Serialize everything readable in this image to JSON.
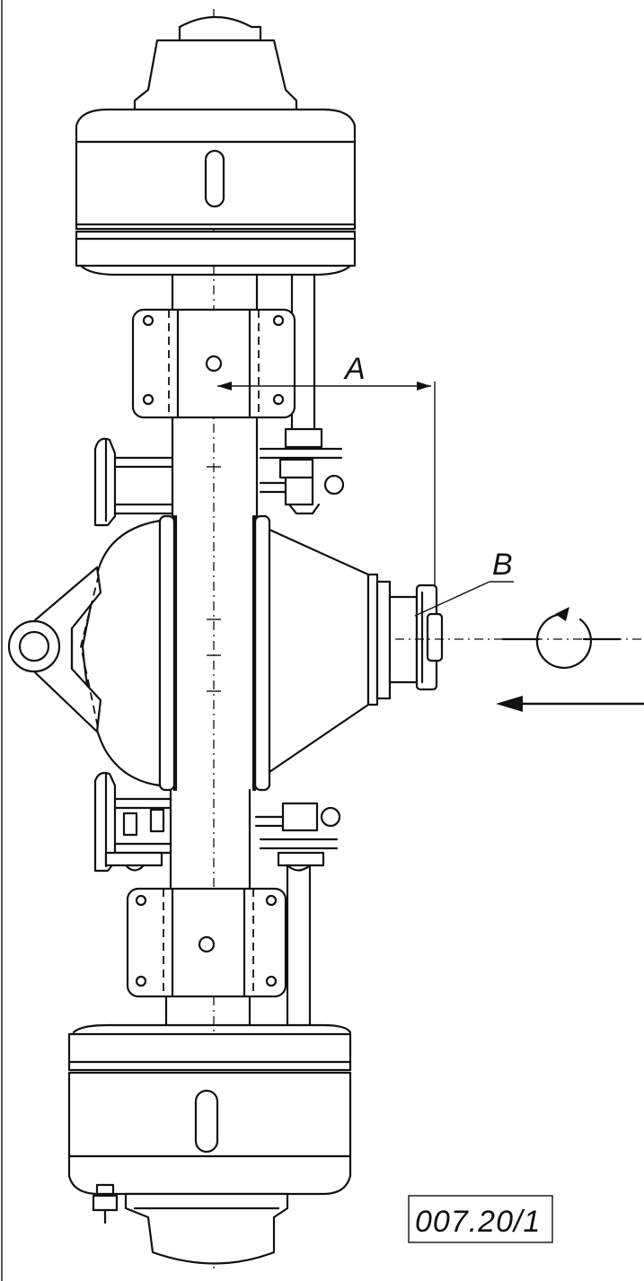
{
  "labels": {
    "dimension_a": "A",
    "callout_b": "B"
  },
  "drawing_number": "007.20/1",
  "colors": {
    "ink": "#111111",
    "paper": "#ffffff"
  }
}
